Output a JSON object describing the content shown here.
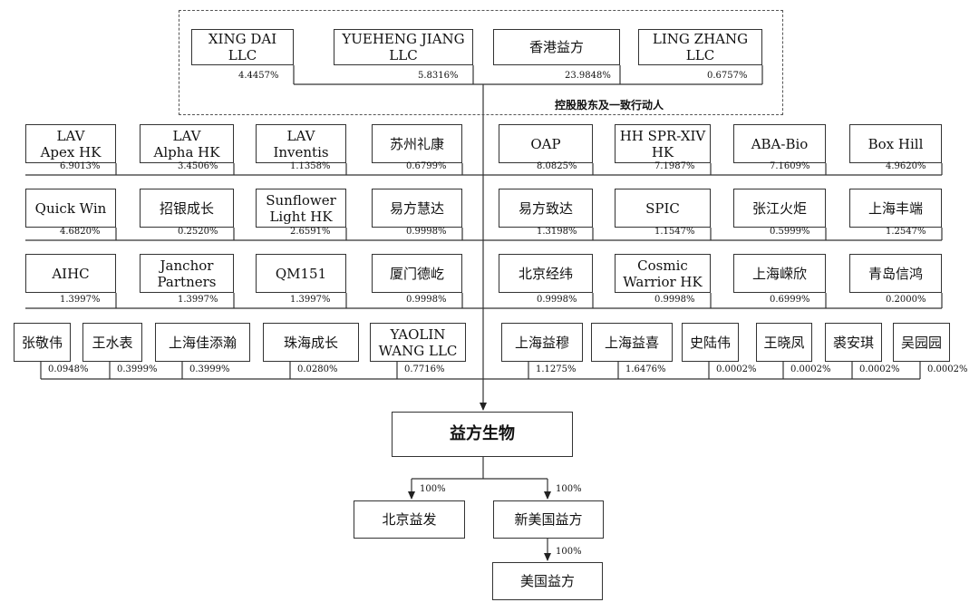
{
  "group_label": "控股股东及一致行动人",
  "controlling_group": [
    {
      "name": "XING DAI\nLLC",
      "pct": "4.4457%"
    },
    {
      "name": "YUEHENG JIANG\nLLC",
      "pct": "5.8316%"
    },
    {
      "name": "香港益方",
      "pct": "23.9848%"
    },
    {
      "name": "LING ZHANG\nLLC",
      "pct": "0.6757%"
    }
  ],
  "row1": [
    {
      "name": "LAV\nApex HK",
      "pct": "6.9013%"
    },
    {
      "name": "LAV\nAlpha HK",
      "pct": "3.4506%"
    },
    {
      "name": "LAV\nInventis",
      "pct": "1.1358%"
    },
    {
      "name": "苏州礼康",
      "pct": "0.6799%"
    },
    {
      "name": "OAP",
      "pct": "8.0825%"
    },
    {
      "name": "HH SPR-XIV\nHK",
      "pct": "7.1987%"
    },
    {
      "name": "ABA-Bio",
      "pct": "7.1609%"
    },
    {
      "name": "Box Hill",
      "pct": "4.9620%"
    }
  ],
  "row2": [
    {
      "name": "Quick Win",
      "pct": "4.6820%"
    },
    {
      "name": "招银成长",
      "pct": "0.2520%"
    },
    {
      "name": "Sunflower\nLight HK",
      "pct": "2.6591%"
    },
    {
      "name": "易方慧达",
      "pct": "0.9998%"
    },
    {
      "name": "易方致达",
      "pct": "1.3198%"
    },
    {
      "name": "SPIC",
      "pct": "1.1547%"
    },
    {
      "name": "张江火炬",
      "pct": "0.5999%"
    },
    {
      "name": "上海丰端",
      "pct": "1.2547%"
    }
  ],
  "row3": [
    {
      "name": "AIHC",
      "pct": "1.3997%"
    },
    {
      "name": "Janchor\nPartners",
      "pct": "1.3997%"
    },
    {
      "name": "QM151",
      "pct": "1.3997%"
    },
    {
      "name": "厦门德屹",
      "pct": "0.9998%"
    },
    {
      "name": "北京经纬",
      "pct": "0.9998%"
    },
    {
      "name": "Cosmic\nWarrior HK",
      "pct": "0.9998%"
    },
    {
      "name": "上海嵘欣",
      "pct": "0.6999%"
    },
    {
      "name": "青岛信鸿",
      "pct": "0.2000%"
    }
  ],
  "row4": [
    {
      "name": "张敬伟",
      "pct": "0.0948%"
    },
    {
      "name": "王水表",
      "pct": "0.3999%"
    },
    {
      "name": "上海佳添瀚",
      "pct": "0.3999%"
    },
    {
      "name": "珠海成长",
      "pct": "0.0280%"
    },
    {
      "name": "YAOLIN\nWANG LLC",
      "pct": "0.7716%"
    },
    {
      "name": "上海益穆",
      "pct": "1.1275%"
    },
    {
      "name": "上海益喜",
      "pct": "1.6476%"
    },
    {
      "name": "史陆伟",
      "pct": "0.0002%"
    },
    {
      "name": "王晓凤",
      "pct": "0.0002%"
    },
    {
      "name": "裘安琪",
      "pct": "0.0002%"
    },
    {
      "name": "吴园园",
      "pct": "0.0002%"
    }
  ],
  "company": "益方生物",
  "subsidiaries": [
    {
      "name": "北京益发",
      "pct": "100%"
    },
    {
      "name": "新美国益方",
      "pct": "100%"
    }
  ],
  "sub_subsidiary": {
    "name": "美国益方",
    "pct": "100%"
  }
}
